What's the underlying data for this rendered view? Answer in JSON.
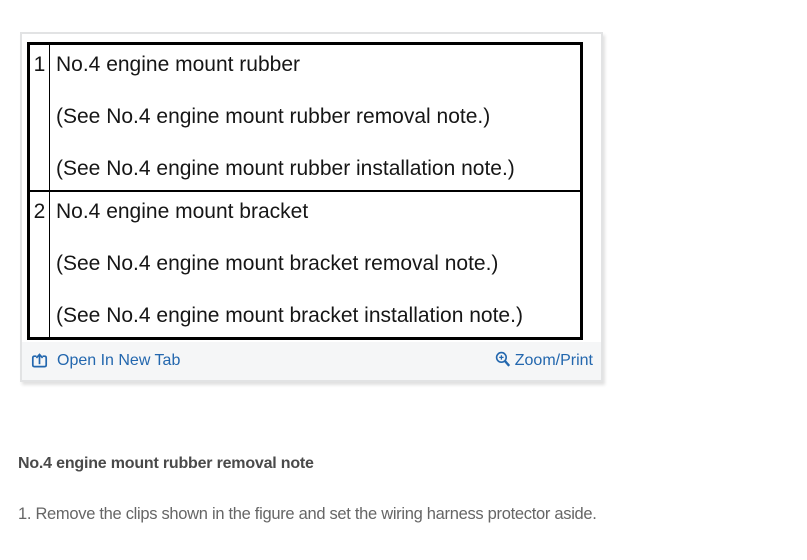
{
  "panel": {
    "table": {
      "rows": [
        {
          "num": "1",
          "lines": [
            "No.4 engine mount rubber",
            "(See No.4 engine mount rubber removal note.)",
            "(See No.4 engine mount rubber installation note.)"
          ]
        },
        {
          "num": "2",
          "lines": [
            "No.4 engine mount bracket",
            "(See No.4 engine mount bracket removal note.)",
            "(See No.4 engine mount bracket installation note.)"
          ]
        }
      ]
    },
    "footer": {
      "open_in_new_tab_label": "Open In New Tab",
      "zoom_print_label": "Zoom/Print"
    }
  },
  "note": {
    "heading": "No.4 engine mount rubber removal note",
    "step_1": "1. Remove the clips shown in the figure and set the wiring harness protector aside."
  },
  "icons": {
    "open_in_new_tab": "open-in-new-tab-icon",
    "zoom_print": "magnifier-plus-icon"
  },
  "colors": {
    "link_blue": "#2367ae",
    "table_border": "#000000",
    "table_text": "#161616",
    "heading_text": "#4a4a4a",
    "body_text": "#666666",
    "footer_bg": "#f5f6f7",
    "panel_border": "#e2e3e4"
  }
}
